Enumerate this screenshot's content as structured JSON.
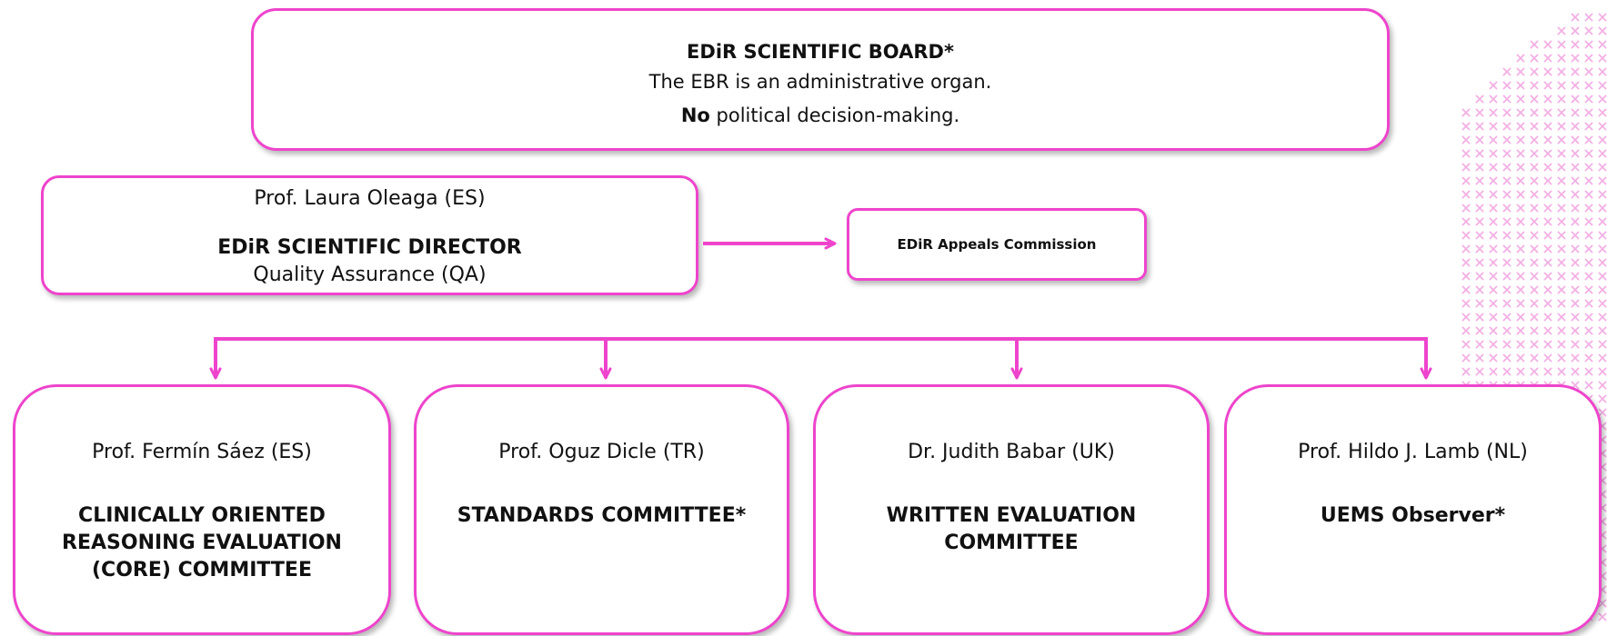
{
  "colors": {
    "accent": "#ee44cc",
    "pattern": "#f3b0e4"
  },
  "board": {
    "title": "EDiR SCIENTIFIC BOARD*",
    "line1": "The EBR is an administrative organ.",
    "line2_bold": "No",
    "line2_rest": " political decision-making."
  },
  "director": {
    "name": "Prof. Laura Oleaga (ES)",
    "title": "EDiR SCIENTIFIC DIRECTOR",
    "subtitle": "Quality Assurance (QA)"
  },
  "appeals": {
    "title": "EDiR Appeals Commission"
  },
  "committees": [
    {
      "person": "Prof. Fermín Sáez (ES)",
      "title": "CLINICALLY ORIENTED REASONING EVALUATION (CORE) COMMITTEE"
    },
    {
      "person": "Prof. Oguz Dicle (TR)",
      "title": "STANDARDS COMMITTEE*"
    },
    {
      "person": "Dr. Judith Babar (UK)",
      "title": "WRITTEN EVALUATION COMMITTEE"
    },
    {
      "person": "Prof. Hildo J. Lamb (NL)",
      "title": "UEMS Observer*"
    }
  ],
  "decoration": {
    "pattern_icon": "x-mark-pattern"
  }
}
